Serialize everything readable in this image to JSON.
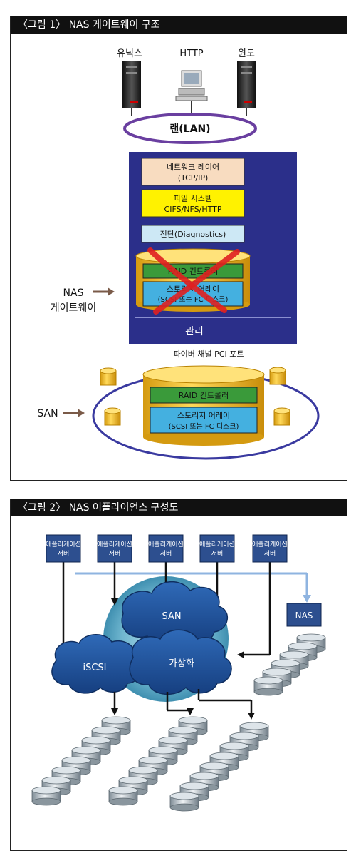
{
  "figure1": {
    "title": "〈그림 1〉 NAS 게이트웨이 구조",
    "clients": [
      "유닉스",
      "HTTP",
      "윈도"
    ],
    "lan": "랜(LAN)",
    "layers": {
      "network": [
        "네트워크 레이어",
        "(TCP/IP)"
      ],
      "filesystem": [
        "파일 시스템",
        "CIFS/NFS/HTTP"
      ],
      "diagnostics": "진단(Diagnostics)",
      "raid": "RAID 컨트롤러",
      "storage": [
        "스토리지 어레이",
        "(SCSI 또는 FC 디스크)"
      ],
      "management": "관리"
    },
    "nas_gateway_label": [
      "NAS",
      "게이트웨이"
    ],
    "fc_port": "파이버 채널 PCI 포트",
    "san_label": "SAN",
    "san_raid": "RAID 컨트롤러",
    "san_storage": [
      "스토리지 어레이",
      "(SCSI 또는 FC 디스크)"
    ]
  },
  "figure2": {
    "title": "〈그림 2〉 NAS 어플라이언스 구성도",
    "servers": [
      [
        "애플리케이션",
        "서버"
      ],
      [
        "애플리케이션",
        "서버"
      ],
      [
        "애플리케이션",
        "서버"
      ],
      [
        "애플리케이션",
        "서버"
      ],
      [
        "애플리케이션",
        "서버"
      ]
    ],
    "nas": "NAS",
    "clouds": {
      "san": "SAN",
      "iscsi": "iSCSI",
      "virtualization": "가상화"
    }
  },
  "colors": {
    "panel_header": "#111111",
    "gateway_box": "#2b2f8a",
    "lan_ring": "#6a3fa0",
    "network_layer": "#f8dcc0",
    "filesystem_layer": "#fff200",
    "diagnostics_layer": "#cde8f5",
    "raid": "#3a9a3a",
    "storage": "#44b0e0",
    "cylinder": "#f3c330",
    "cross": "#e02020",
    "server_box": "#2d4f8f",
    "cloud": "#1f4f9a",
    "link_blue": "#8fb4e0"
  }
}
